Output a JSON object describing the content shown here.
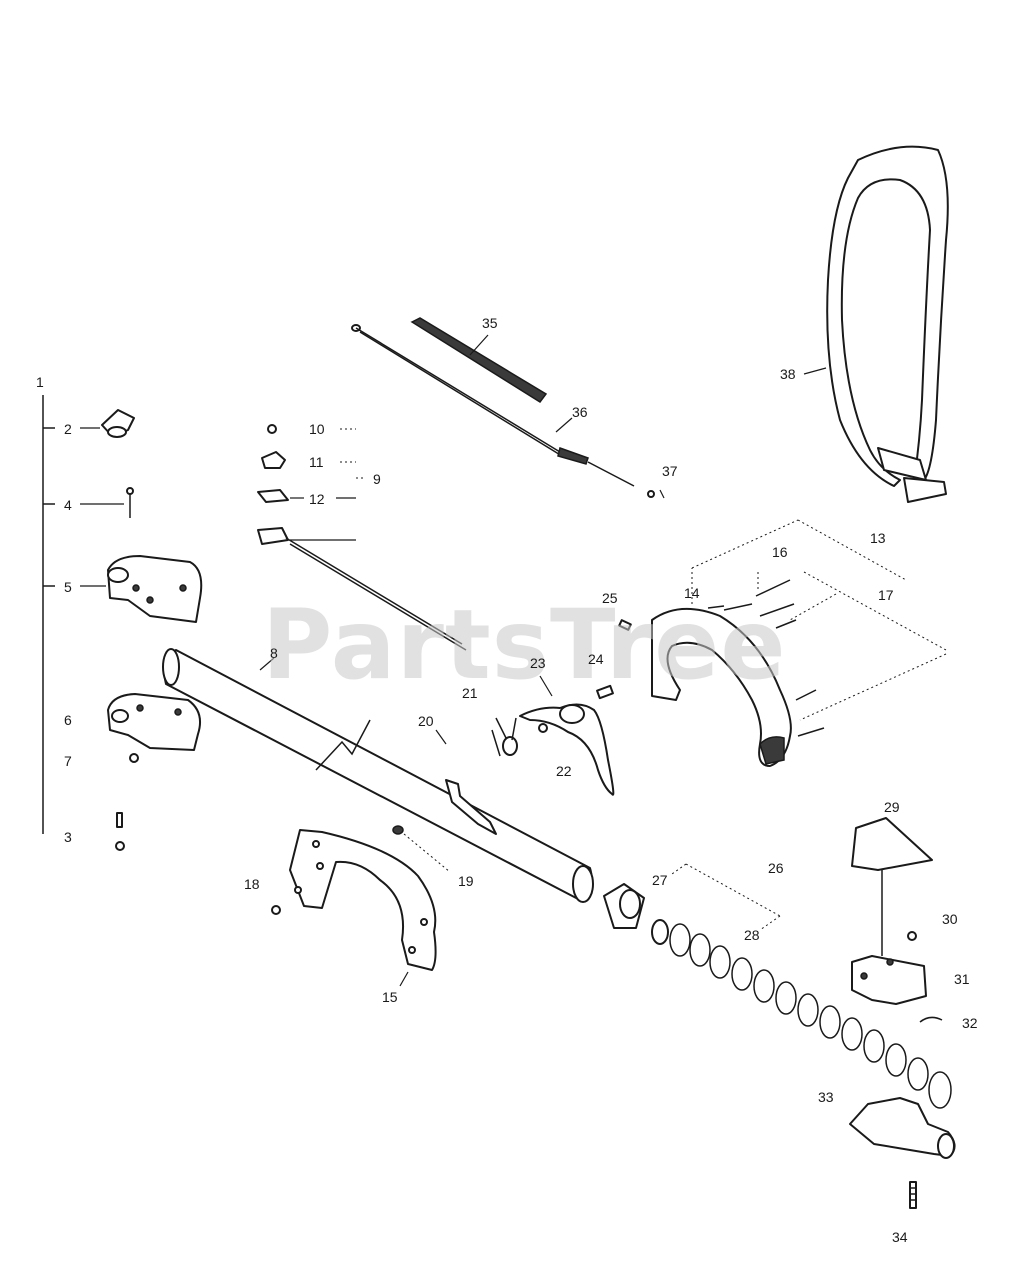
{
  "watermark": "PartsTree",
  "labels": {
    "l1": "1",
    "l2": "2",
    "l3": "3",
    "l4": "4",
    "l5": "5",
    "l6": "6",
    "l7": "7",
    "l8": "8",
    "l9": "9",
    "l10": "10",
    "l11": "11",
    "l12": "12",
    "l13": "13",
    "l14": "14",
    "l15": "15",
    "l16": "16",
    "l17": "17",
    "l18": "18",
    "l19": "19",
    "l20": "20",
    "l21": "21",
    "l22": "22",
    "l23": "23",
    "l24": "24",
    "l25": "25",
    "l26": "26",
    "l27": "27",
    "l28": "28",
    "l29": "29",
    "l30": "30",
    "l31": "31",
    "l32": "32",
    "l33": "33",
    "l34": "34",
    "l35": "35",
    "l36": "36",
    "l37": "37",
    "l38": "38"
  }
}
